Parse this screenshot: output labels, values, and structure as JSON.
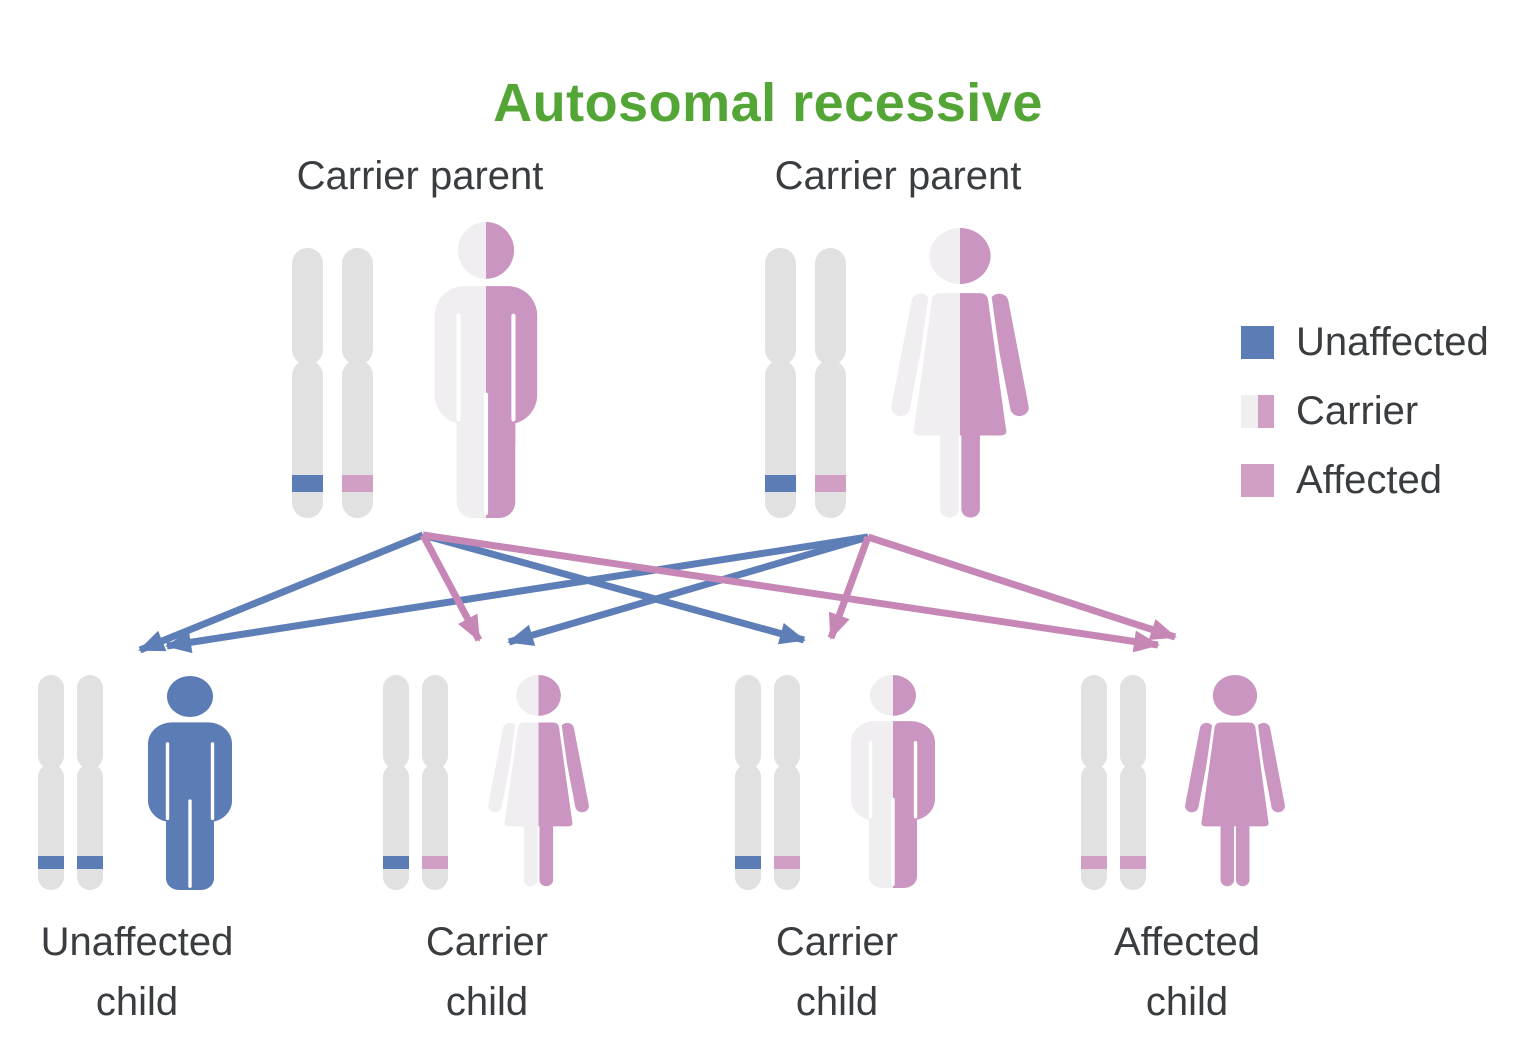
{
  "title": "Autosomal recessive",
  "colors": {
    "title_green": "#53a635",
    "text_dark": "#3a3d40",
    "unaffected_blue": "#5b7cb5",
    "carrier_pink": "#cb95c1",
    "band_blue": "#5b7cb5",
    "band_pink": "#d09fc3",
    "figure_gray": "#f0eef0",
    "chromosome_gray": "#e2e1e2",
    "arrow_blue": "#5e7eb7",
    "arrow_pink": "#c687b6"
  },
  "parents": [
    {
      "label": "Carrier parent",
      "sex": "male",
      "status": "carrier",
      "chromosome_bands": [
        "blue",
        "pink"
      ]
    },
    {
      "label": "Carrier parent",
      "sex": "female",
      "status": "carrier",
      "chromosome_bands": [
        "blue",
        "pink"
      ]
    }
  ],
  "children": [
    {
      "label": "Unaffected\nchild",
      "sex": "male",
      "status": "unaffected",
      "chromosome_bands": [
        "blue",
        "blue"
      ]
    },
    {
      "label": "Carrier\nchild",
      "sex": "female",
      "status": "carrier",
      "chromosome_bands": [
        "blue",
        "pink"
      ]
    },
    {
      "label": "Carrier\nchild",
      "sex": "male",
      "status": "carrier",
      "chromosome_bands": [
        "blue",
        "pink"
      ]
    },
    {
      "label": "Affected\nchild",
      "sex": "female",
      "status": "affected",
      "chromosome_bands": [
        "pink",
        "pink"
      ]
    }
  ],
  "legend": [
    {
      "label": "Unaffected",
      "swatch": "blue"
    },
    {
      "label": "Carrier",
      "swatch": "half"
    },
    {
      "label": "Affected",
      "swatch": "pink"
    }
  ],
  "arrows": [
    {
      "from": "carrier-parent-1",
      "to": "unaffected-child",
      "allele": "blue"
    },
    {
      "from": "carrier-parent-1",
      "to": "carrier-child-1",
      "allele": "pink"
    },
    {
      "from": "carrier-parent-1",
      "to": "carrier-child-2",
      "allele": "blue"
    },
    {
      "from": "carrier-parent-1",
      "to": "affected-child",
      "allele": "pink"
    },
    {
      "from": "carrier-parent-2",
      "to": "unaffected-child",
      "allele": "blue"
    },
    {
      "from": "carrier-parent-2",
      "to": "carrier-child-1",
      "allele": "blue"
    },
    {
      "from": "carrier-parent-2",
      "to": "carrier-child-2",
      "allele": "pink"
    },
    {
      "from": "carrier-parent-2",
      "to": "affected-child",
      "allele": "pink"
    }
  ]
}
